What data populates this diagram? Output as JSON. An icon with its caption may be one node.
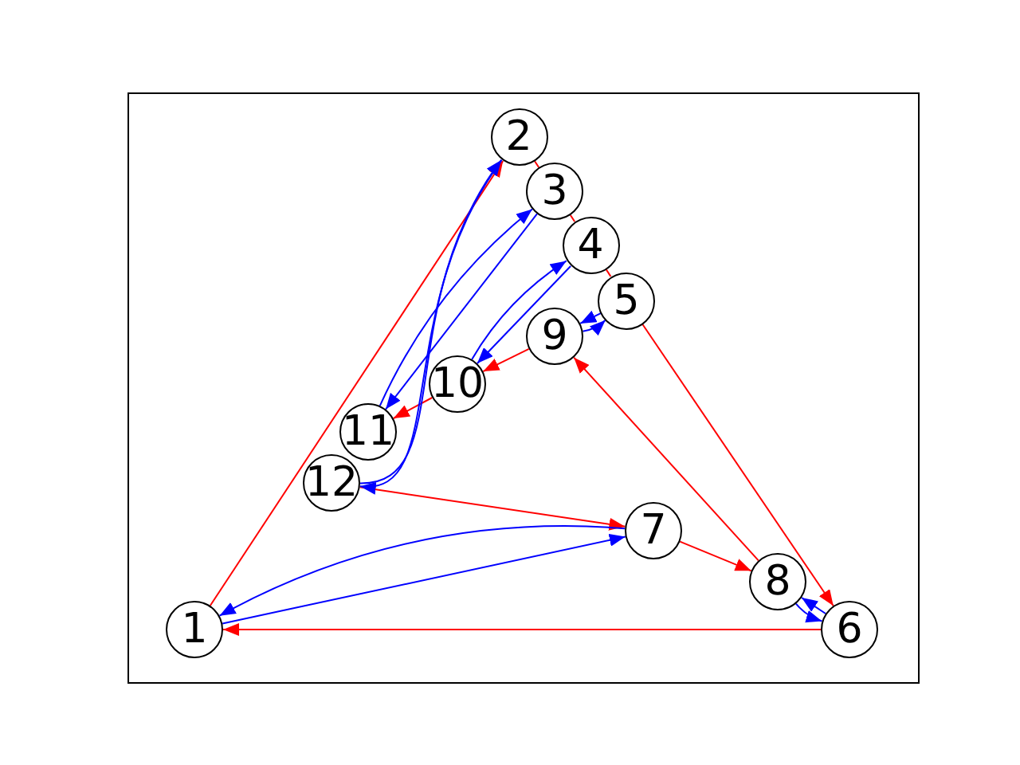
{
  "diagram": {
    "nodes": [
      {
        "text": [
          "1"
        ]
      },
      {
        "text": [
          "2"
        ]
      },
      {
        "text": [
          "3"
        ]
      },
      {
        "text": [
          "4"
        ]
      },
      {
        "text": [
          "5"
        ]
      },
      {
        "text": [
          "6"
        ]
      },
      {
        "text": [
          "7"
        ]
      },
      {
        "text": [
          "8"
        ]
      },
      {
        "text": [
          "9"
        ]
      },
      {
        "text": [
          "10"
        ]
      },
      {
        "text": [
          "11"
        ]
      },
      {
        "text": [
          "12"
        ]
      }
    ],
    "edges": [
      {
        "from": 0,
        "to": 1,
        "arrow": "to",
        "color": "#ff0000"
      },
      {
        "from": 1,
        "to": 2,
        "arrow": "none",
        "color": "#ff0000"
      },
      {
        "from": 2,
        "to": 3,
        "arrow": "none",
        "color": "#ff0000"
      },
      {
        "from": 3,
        "to": 4,
        "arrow": "none",
        "color": "#ff0000"
      },
      {
        "from": 4,
        "to": 5,
        "arrow": "to",
        "color": "#ff0000"
      },
      {
        "from": 5,
        "to": 0,
        "arrow": "to",
        "color": "#ff0000"
      },
      {
        "from": 6,
        "to": 7,
        "arrow": "to",
        "color": "#ff0000"
      },
      {
        "from": 7,
        "to": 8,
        "arrow": "to",
        "color": "#ff0000"
      },
      {
        "from": 8,
        "to": 9,
        "arrow": "to",
        "color": "#ff0000"
      },
      {
        "from": 9,
        "to": 10,
        "arrow": "to",
        "color": "#ff0000"
      },
      {
        "from": 11,
        "to": 6,
        "arrow": "to",
        "color": "#ff0000"
      },
      {
        "from": 0,
        "to": 6,
        "arrow": "to",
        "color": "#0000ff"
      },
      {
        "from": 6,
        "to": 0,
        "arrow": "to",
        "color": "#0000ff"
      },
      {
        "from": 1,
        "to": 11,
        "arrow": "to",
        "color": "#0000ff"
      },
      {
        "from": 11,
        "to": 1,
        "arrow": "to",
        "color": "#0000ff"
      },
      {
        "from": 2,
        "to": 10,
        "arrow": "to",
        "color": "#0000ff"
      },
      {
        "from": 10,
        "to": 2,
        "arrow": "to",
        "color": "#0000ff"
      },
      {
        "from": 3,
        "to": 9,
        "arrow": "to",
        "color": "#0000ff"
      },
      {
        "from": 9,
        "to": 3,
        "arrow": "to",
        "color": "#0000ff"
      },
      {
        "from": 4,
        "to": 8,
        "arrow": "to",
        "color": "#0000ff"
      },
      {
        "from": 8,
        "to": 4,
        "arrow": "to",
        "color": "#0000ff"
      },
      {
        "from": 5,
        "to": 7,
        "arrow": "to",
        "color": "#0000ff"
      },
      {
        "from": 7,
        "to": 5,
        "arrow": "to",
        "color": "#0000ff"
      }
    ]
  }
}
